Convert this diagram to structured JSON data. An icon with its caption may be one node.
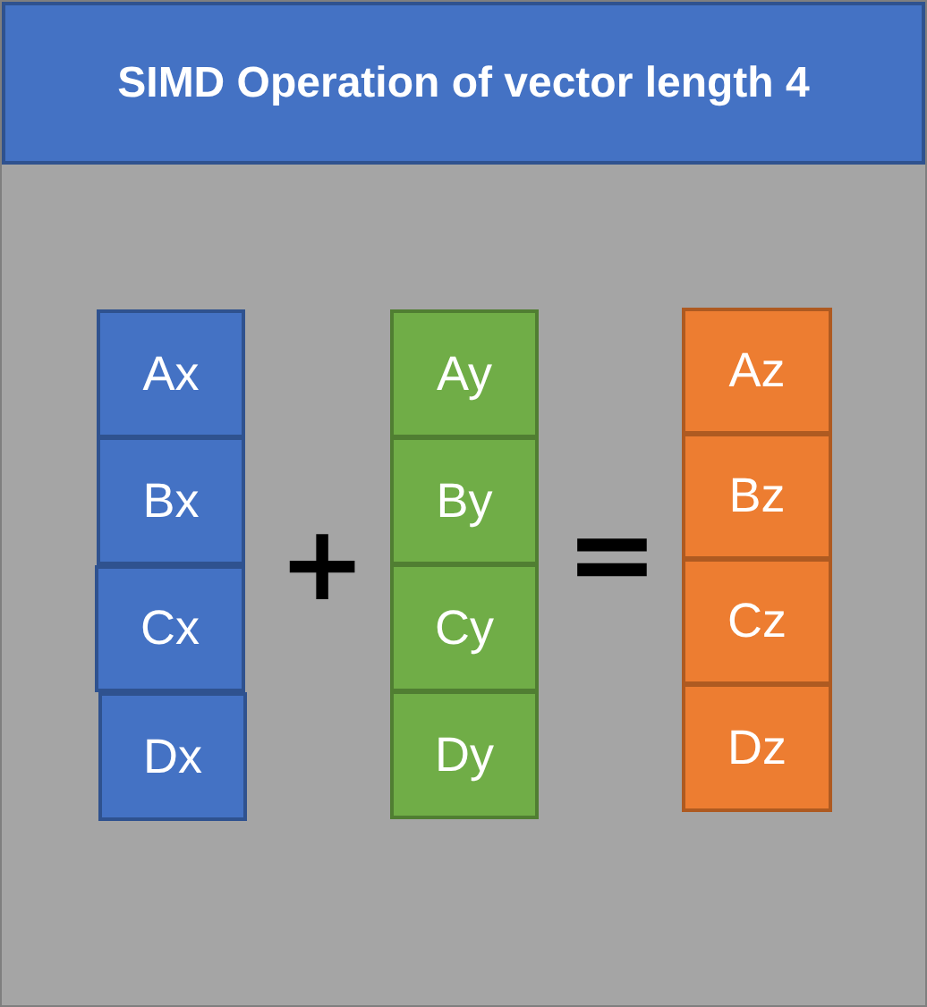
{
  "diagram": {
    "title": "SIMD Operation of vector length 4",
    "nodes": [
      {
        "text": [
          "Ax"
        ]
      },
      {
        "text": [
          "Bx"
        ]
      },
      {
        "text": [
          "Cx"
        ]
      },
      {
        "text": [
          "Dx"
        ]
      },
      {
        "text": [
          "Ay"
        ]
      },
      {
        "text": [
          "By"
        ]
      },
      {
        "text": [
          "Cy"
        ]
      },
      {
        "text": [
          "Dy"
        ]
      },
      {
        "text": [
          "Az"
        ]
      },
      {
        "text": [
          "Bz"
        ]
      },
      {
        "text": [
          "Cz"
        ]
      },
      {
        "text": [
          "Dz"
        ]
      }
    ],
    "labels": [
      "+",
      "="
    ]
  }
}
